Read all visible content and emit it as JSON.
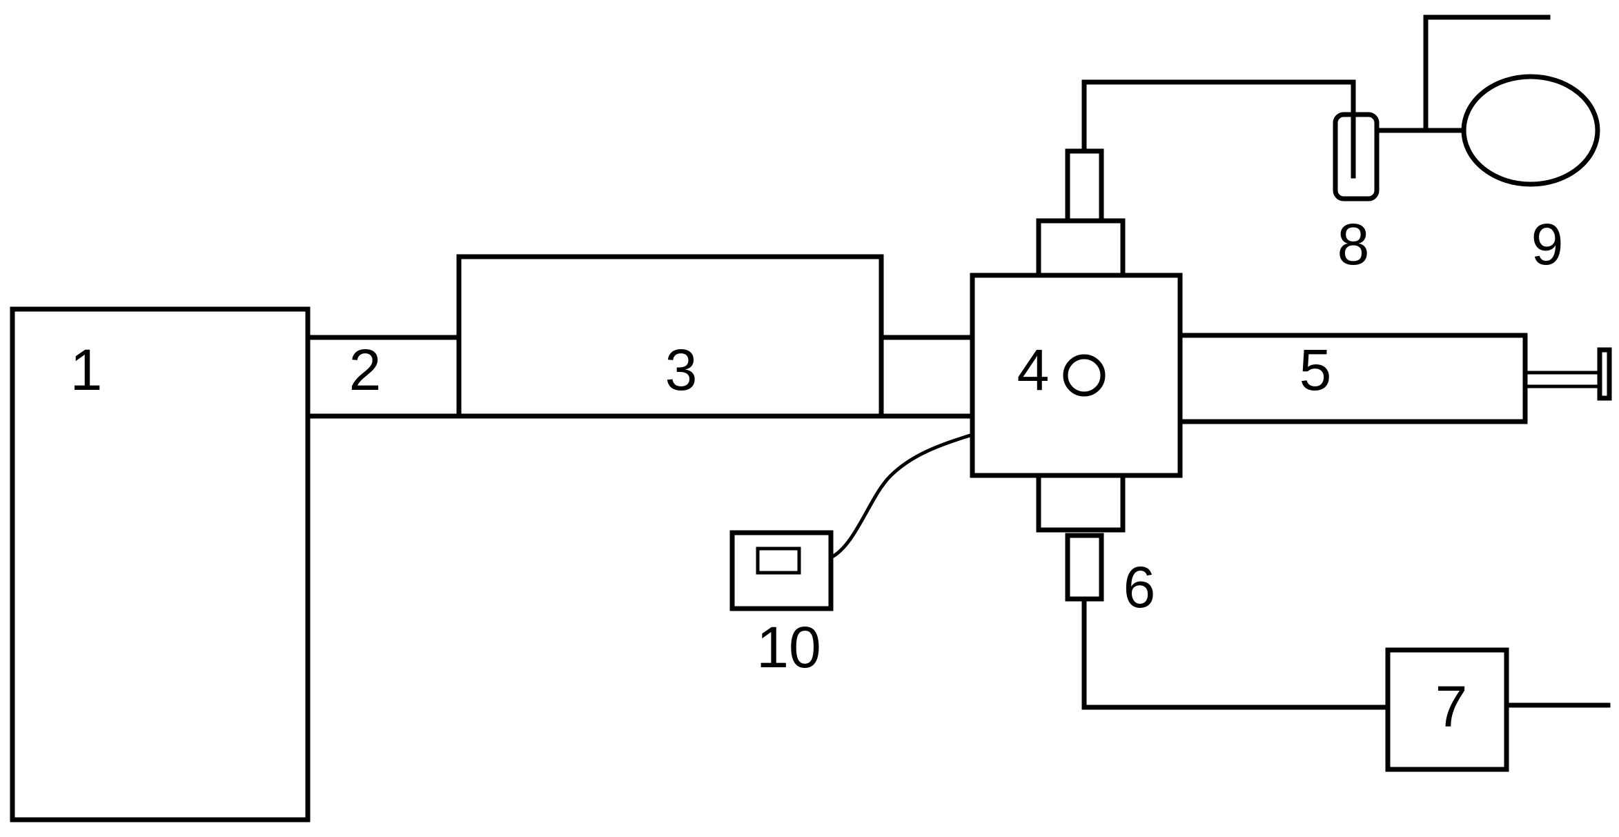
{
  "diagram": {
    "stroke_color": "#000000",
    "background_color": "#ffffff",
    "labels": {
      "1": "1",
      "2": "2",
      "3": "3",
      "4": "4",
      "5": "5",
      "6": "6",
      "7": "7",
      "8": "8",
      "9": "9",
      "10": "10"
    },
    "components": [
      "large-box",
      "connector-pipe",
      "long-chamber",
      "central-box",
      "syringe",
      "bottom-port",
      "output-box",
      "small-vial",
      "balloon",
      "controller-device"
    ]
  }
}
